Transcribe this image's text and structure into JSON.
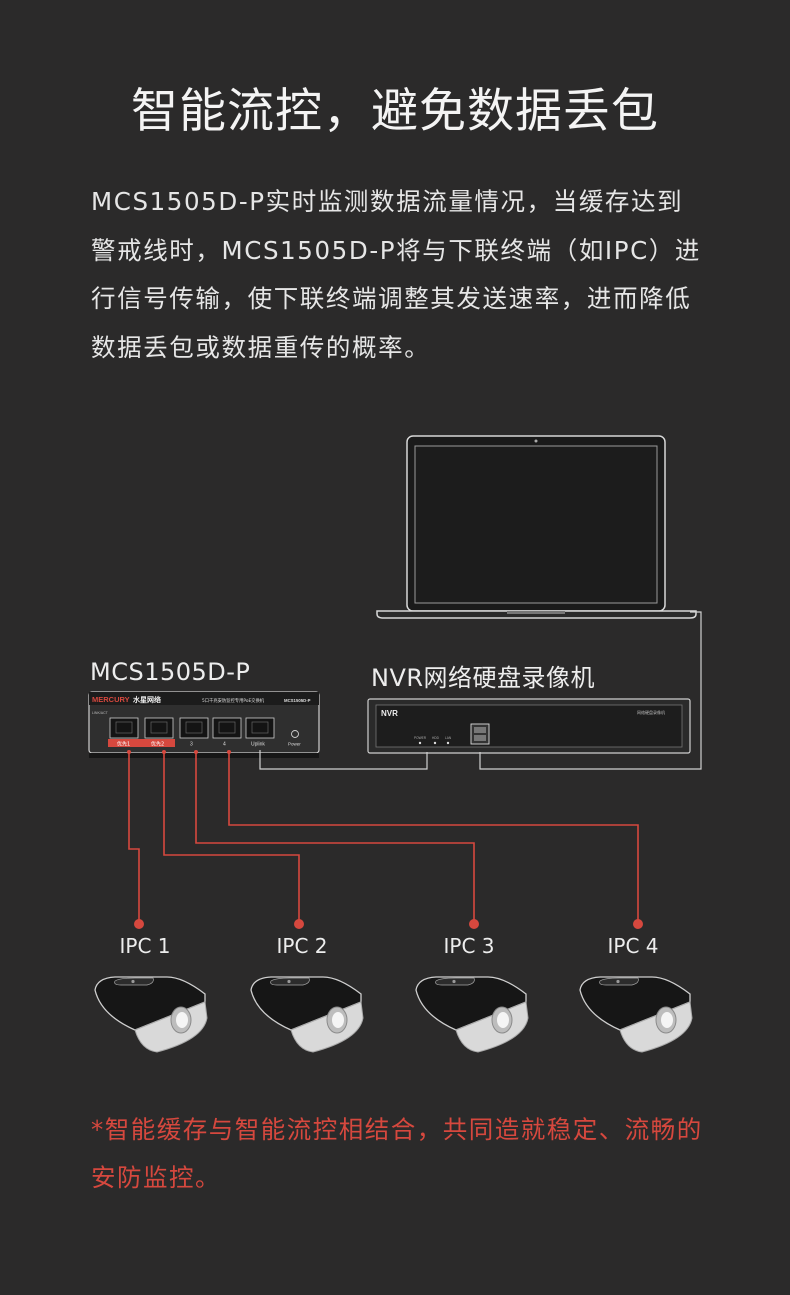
{
  "title": "智能流控，避免数据丢包",
  "intro": "MCS1505D-P实时监测数据流量情况，当缓存达到警戒线时，MCS1505D-P将与下联终端（如IPC）进行信号传输，使下联终端调整其发送速率，进而降低数据丢包或数据重传的概率。",
  "switch": {
    "label": "MCS1505D-P",
    "brand": "MERCURY",
    "brand_cn": "水星网络",
    "description": "5口千兆安防监控专用PoE交换机",
    "model": "MCS1505D-P",
    "ports": [
      "优先1",
      "优先2",
      "3",
      "4",
      "Uplink"
    ],
    "power_label": "Power"
  },
  "nvr": {
    "label": "NVR网络硬盘录像机",
    "panel_text": "NVR",
    "panel_right": "网络硬盘录像机",
    "leds": [
      "POWER",
      "HDD",
      "LAN"
    ]
  },
  "cameras": [
    {
      "label": "IPC 1"
    },
    {
      "label": "IPC 2"
    },
    {
      "label": "IPC 3"
    },
    {
      "label": "IPC 4"
    }
  ],
  "note": "*智能缓存与智能流控相结合，共同造就稳定、流畅的安防监控。",
  "colors": {
    "background": "#2b2a2a",
    "accent": "#d6483e",
    "text": "#ffffff"
  }
}
